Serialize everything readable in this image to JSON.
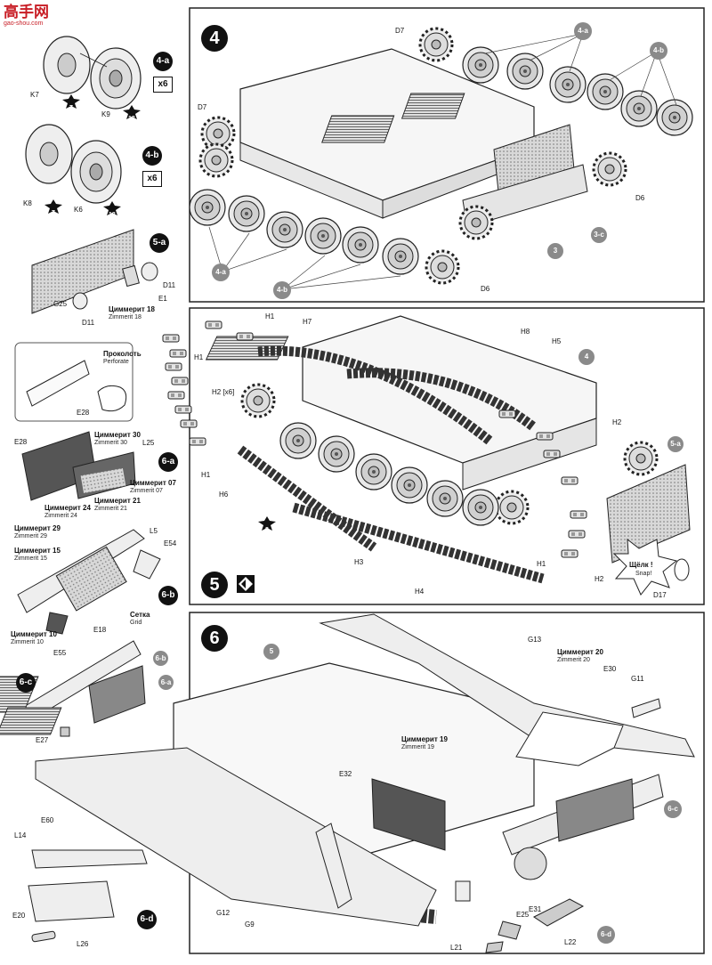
{
  "watermark": {
    "title": "高手网",
    "url": "gao-shou.com"
  },
  "step4": {
    "number": "4",
    "labels": {
      "d7_top": "D7",
      "d7_left": "D7",
      "d6_right": "D6",
      "d6_bottom": "D6"
    },
    "callouts": {
      "a_top": "4-a",
      "b_top": "4-b",
      "a_bottom": "4-a",
      "b_bottom": "4-b",
      "three": "3",
      "three_c": "3-c"
    }
  },
  "sub4a": {
    "label": "4-a",
    "qty": "x6",
    "parts": {
      "k7": "K7",
      "k9": "K9"
    },
    "paint": {
      "k7": "7",
      "k9": "18"
    }
  },
  "sub4b": {
    "label": "4-b",
    "qty": "x6",
    "parts": {
      "k8": "K8",
      "k6": "K6"
    },
    "paint": {
      "k8": "7",
      "k6": "18"
    }
  },
  "sub5a": {
    "label": "5-a",
    "parts": {
      "d11a": "D11",
      "e1": "E1",
      "g25": "G25",
      "d11b": "D11"
    },
    "zimmerit_ru": "Циммерит 18",
    "zimmerit_en": "Zimmerit 18"
  },
  "perforate": {
    "ru": "Проколоть",
    "en": "Perforate",
    "part": "E28"
  },
  "sub6a": {
    "label": "6-a",
    "parts": {
      "e28": "E28",
      "l25": "L25"
    },
    "z30_ru": "Циммерит 30",
    "z30_en": "Zimmerit 30",
    "z07_ru": "Циммерит 07",
    "z07_en": "Zimmerit 07",
    "z21_ru": "Циммерит 21",
    "z21_en": "Zimmerit 21",
    "z24_ru": "Циммерит 24",
    "z24_en": "Zimmerit 24",
    "z29_ru": "Циммерит 29",
    "z29_en": "Zimmerit 29"
  },
  "sub6b": {
    "label": "6-b",
    "parts": {
      "l5": "L5",
      "e54": "E54",
      "e18": "E18",
      "e55": "E55"
    },
    "z15_ru": "Циммерит 15",
    "z15_en": "Zimmerit 15",
    "z10_ru": "Циммерит 10",
    "z10_en": "Zimmerit 10",
    "grid_ru": "Сетка",
    "grid_en": "Grid"
  },
  "sub6c": {
    "label": "6-c",
    "callout_b": "6-b",
    "callout_a": "6-a",
    "part": "E27"
  },
  "sub6d": {
    "label": "6-d",
    "parts": {
      "e60": "E60",
      "l14": "L14",
      "e20": "E20",
      "l26": "L26"
    }
  },
  "step5": {
    "number": "5",
    "labels": {
      "h1_top": "H1",
      "h1_mid": "H1",
      "h2x6": "H2 [x6]",
      "h1_low": "H1",
      "h7": "H7",
      "h8": "H8",
      "h5": "H5",
      "h2_right": "H2",
      "h6": "H6",
      "h3": "H3",
      "h4": "H4",
      "h1_right": "H1",
      "h2_br": "H2",
      "d17": "D17"
    },
    "callouts": {
      "four": "4",
      "five_a": "5-a"
    },
    "paint": {
      "eight": "8"
    },
    "snap_ru": "Щёлк !",
    "snap_en": "Snap!"
  },
  "step6": {
    "number": "6",
    "labels": {
      "g13": "G13",
      "e30": "E30",
      "g11": "G11",
      "e32": "E32",
      "g12": "G12",
      "g9": "G9",
      "e25": "E25",
      "e31": "E31",
      "l21": "L21",
      "l22": "L22"
    },
    "callouts": {
      "five": "5",
      "six_c": "6-c",
      "six_d": "6-d"
    },
    "z20_ru": "Циммерит 20",
    "z20_en": "Zimmerit 20",
    "z19_ru": "Циммерит 19",
    "z19_en": "Zimmerit 19"
  }
}
